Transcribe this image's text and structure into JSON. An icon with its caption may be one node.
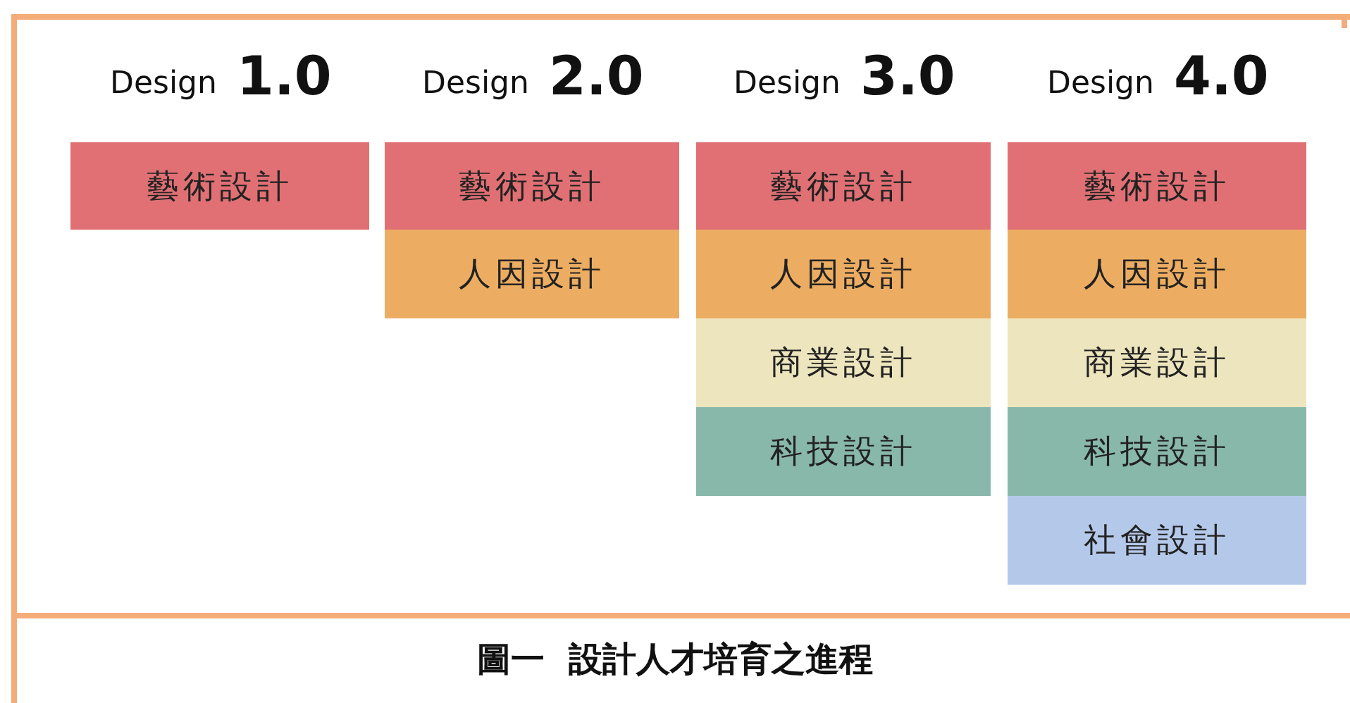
{
  "diagram": {
    "caption": "圖一  設計人才培育之進程",
    "nodes": [
      {
        "text": [
          "藝術設計"
        ]
      },
      {
        "text": [
          "藝術設計"
        ]
      },
      {
        "text": [
          "人因設計"
        ]
      },
      {
        "text": [
          "藝術設計"
        ]
      },
      {
        "text": [
          "人因設計"
        ]
      },
      {
        "text": [
          "商業設計"
        ]
      },
      {
        "text": [
          "科技設計"
        ]
      },
      {
        "text": [
          "藝術設計"
        ]
      },
      {
        "text": [
          "人因設計"
        ]
      },
      {
        "text": [
          "商業設計"
        ]
      },
      {
        "text": [
          "科技設計"
        ]
      },
      {
        "text": [
          "社會設計"
        ]
      }
    ],
    "labels": [
      "Design",
      "1.0",
      "Design",
      "2.0",
      "Design",
      "3.0",
      "Design",
      "4.0"
    ]
  }
}
